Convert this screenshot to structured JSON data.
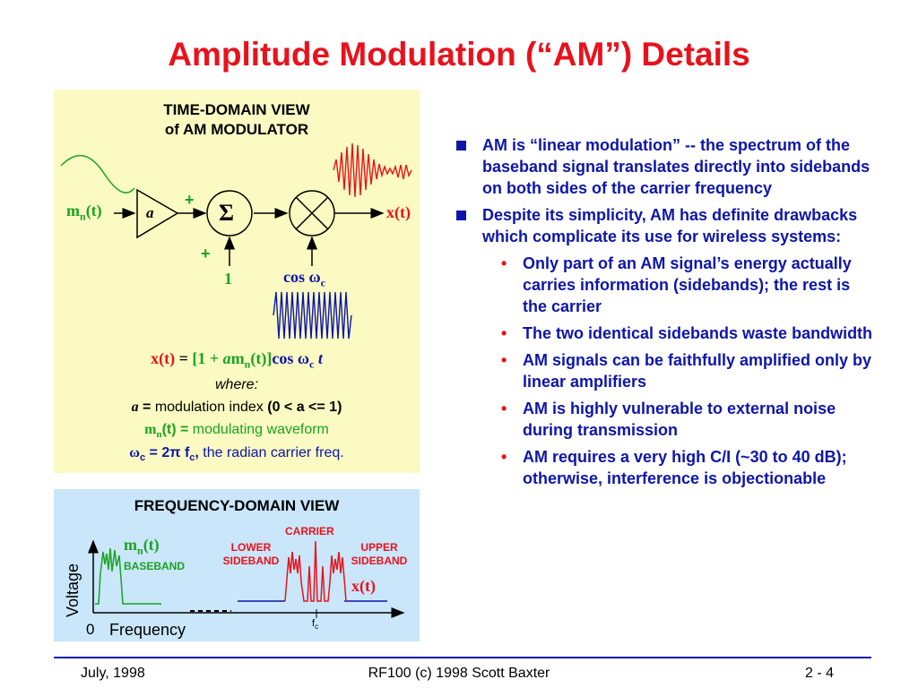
{
  "title": "Amplitude Modulation (“AM”) Details",
  "time_panel": {
    "heading_line1": "TIME-DOMAIN VIEW",
    "heading_line2": "of AM MODULATOR",
    "mn_label": "m",
    "mn_sub": "n",
    "mn_suffix": "(t)",
    "amp_label": "a",
    "plus_top": "+",
    "plus_bottom": "+",
    "sigma": "Σ",
    "one_label": "1",
    "cos_label": "cos ω",
    "cos_sub": "c",
    "output_label": "x(t)"
  },
  "equation": {
    "lhs": "x(t)",
    "eq": " = ",
    "rhs_a": "[1 + ",
    "rhs_b": "a",
    "rhs_c": "m",
    "rhs_d": "n",
    "rhs_e": "(t)]",
    "rhs_f": "cos ω",
    "rhs_g": "c",
    "rhs_h": " t",
    "where": "where:",
    "def1_sym": "a",
    "def1_eq": " = ",
    "def1_text": "modulation index ",
    "def1_range": "(0 < a <= 1)",
    "def2_sym": "m",
    "def2_sub": "n",
    "def2_eq": "(t) = ",
    "def2_text": "modulating waveform",
    "def3_sym": "ω",
    "def3_sub": "c",
    "def3_eq": " = 2π f",
    "def3_sub2": "c",
    "def3_comma": ",",
    "def3_text": " the radian carrier freq."
  },
  "freq_panel": {
    "heading": "FREQUENCY-DOMAIN VIEW",
    "y_axis": "Voltage",
    "x_axis": "Frequency",
    "origin": "0",
    "mn_label": "m",
    "mn_sub": "n",
    "mn_suffix": "(t)",
    "baseband": "BASEBAND",
    "carrier": "CARRIER",
    "lower_sideband_1": "LOWER",
    "lower_sideband_2": "SIDEBAND",
    "upper_sideband_1": "UPPER",
    "upper_sideband_2": "SIDEBAND",
    "xt_label": "x(t)",
    "fc": "f",
    "fc_sub": "c"
  },
  "bullets": [
    {
      "text": "AM is “linear modulation” --  the spectrum of the baseband signal translates directly into sidebands on both sides of the carrier frequency",
      "sub": []
    },
    {
      "text": "Despite its simplicity, AM has definite drawbacks which complicate its use for wireless systems:",
      "sub": [
        "Only part of an AM signal’s energy actually carries information (sidebands); the rest is the carrier",
        "The two identical sidebands waste bandwidth",
        "AM signals can be faithfully amplified only by linear amplifiers",
        "AM is highly vulnerable to external noise during transmission",
        "AM requires a very high C/I  (~30 to 40 dB); otherwise, interference is objectionable"
      ]
    }
  ],
  "sub_marker": "•",
  "footer": {
    "left": "July, 1998",
    "center": "RF100 (c) 1998 Scott Baxter",
    "right": "2 - 4"
  },
  "colors": {
    "title_red": "#e8121c",
    "body_blue": "#0d16a8",
    "green": "#1aa321",
    "time_panel_bg": "#fafac2",
    "freq_panel_bg": "#c9e6fa"
  }
}
